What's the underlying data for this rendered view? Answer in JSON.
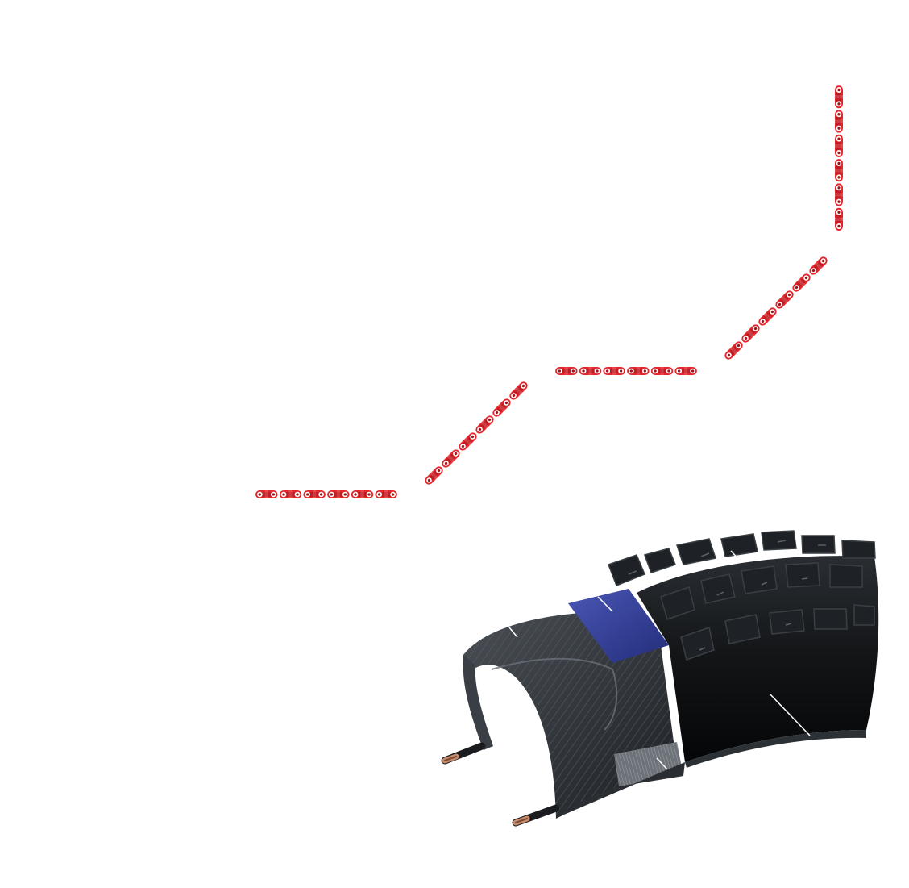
{
  "diagram": {
    "colors": {
      "background": "#ffffff",
      "chain_red": "#e3262c",
      "chain_dark": "#9d1418",
      "chain_pin": "#ffffff",
      "casing_dark": "#2a2d31",
      "casing_light": "#4a4f55",
      "casing_stripe": "#6a7078",
      "puncture_belt": "#2e3a8f",
      "puncture_belt_light": "#4a57b5",
      "tread": "#16181b",
      "tread_edge": "#3a3f44",
      "bead_core": "#c98a6a",
      "bead_core_dark": "#7a4a35",
      "sidewall_band": "#8a8f95",
      "leader_line": "#ffffff"
    },
    "components": [
      {
        "name": "chain-segment-1",
        "icon": "bicycle-chain"
      },
      {
        "name": "chain-segment-2",
        "icon": "bicycle-chain"
      },
      {
        "name": "chain-segment-3",
        "icon": "bicycle-chain"
      },
      {
        "name": "chain-segment-4",
        "icon": "bicycle-chain"
      },
      {
        "name": "chain-segment-5",
        "icon": "bicycle-chain"
      },
      {
        "name": "tire-cutaway",
        "icon": "mtb-tire-cross-section"
      }
    ]
  }
}
